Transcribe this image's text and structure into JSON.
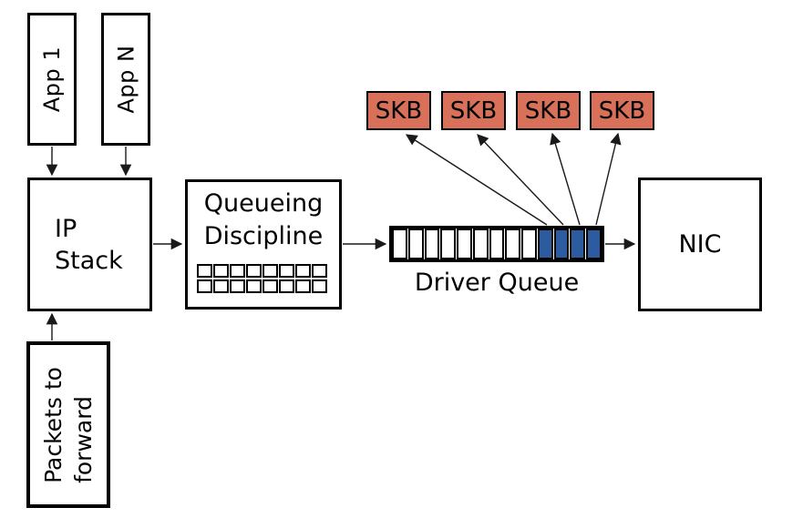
{
  "colors": {
    "skb_fill": "#d9705a",
    "queue_blue": "#2c5c9f",
    "line": "#1a1a1a",
    "box_border": "#000000",
    "background": "#ffffff",
    "text": "#000000"
  },
  "nodes": {
    "app_1": {
      "label": "App 1"
    },
    "app_n": {
      "label": "App N"
    },
    "ip_stack": {
      "line1": "IP",
      "line2": "Stack"
    },
    "packets_to_forward": {
      "line1": "Packets to",
      "line2": "forward"
    },
    "queueing_discipline": {
      "line1": "Queueing",
      "line2": "Discipline",
      "grid_rows": 2,
      "grid_cols": 8
    },
    "driver_queue": {
      "label": "Driver Queue",
      "empty_cells": 9,
      "filled_cells": 4
    },
    "skb_boxes": [
      {
        "label": "SKB"
      },
      {
        "label": "SKB"
      },
      {
        "label": "SKB"
      },
      {
        "label": "SKB"
      }
    ],
    "nic": {
      "label": "NIC"
    }
  },
  "edges": [
    {
      "from": "app_1",
      "to": "ip_stack"
    },
    {
      "from": "app_n",
      "to": "ip_stack"
    },
    {
      "from": "packets_to_forward",
      "to": "ip_stack"
    },
    {
      "from": "ip_stack",
      "to": "queueing_discipline"
    },
    {
      "from": "queueing_discipline",
      "to": "driver_queue"
    },
    {
      "from": "driver_queue",
      "to": "nic"
    },
    {
      "from": "driver_queue_filled_cell_1",
      "to": "skb_1"
    },
    {
      "from": "driver_queue_filled_cell_2",
      "to": "skb_2"
    },
    {
      "from": "driver_queue_filled_cell_3",
      "to": "skb_3"
    },
    {
      "from": "driver_queue_filled_cell_4",
      "to": "skb_4"
    }
  ]
}
